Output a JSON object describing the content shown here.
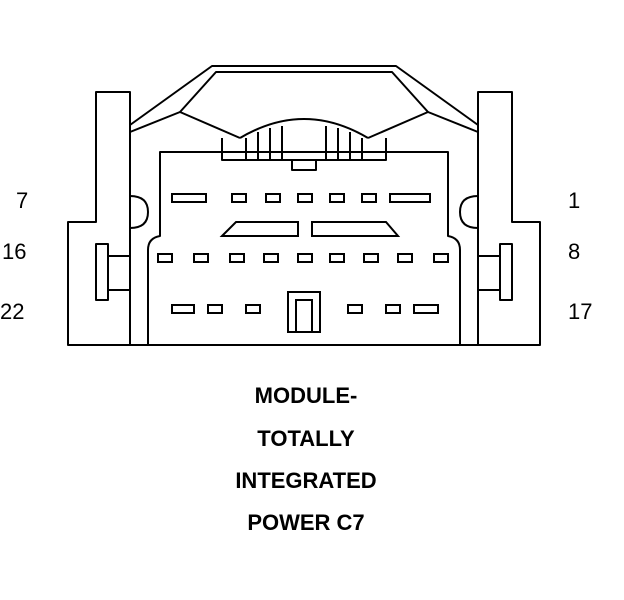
{
  "connector": {
    "pin_labels": {
      "row1_left": "7",
      "row1_right": "1",
      "row2_left": "16",
      "row2_right": "8",
      "row3_left": "22",
      "row3_right": "17"
    }
  },
  "caption": {
    "line1": "MODULE-",
    "line2": "TOTALLY",
    "line3": "INTEGRATED",
    "line4": "POWER C7"
  }
}
